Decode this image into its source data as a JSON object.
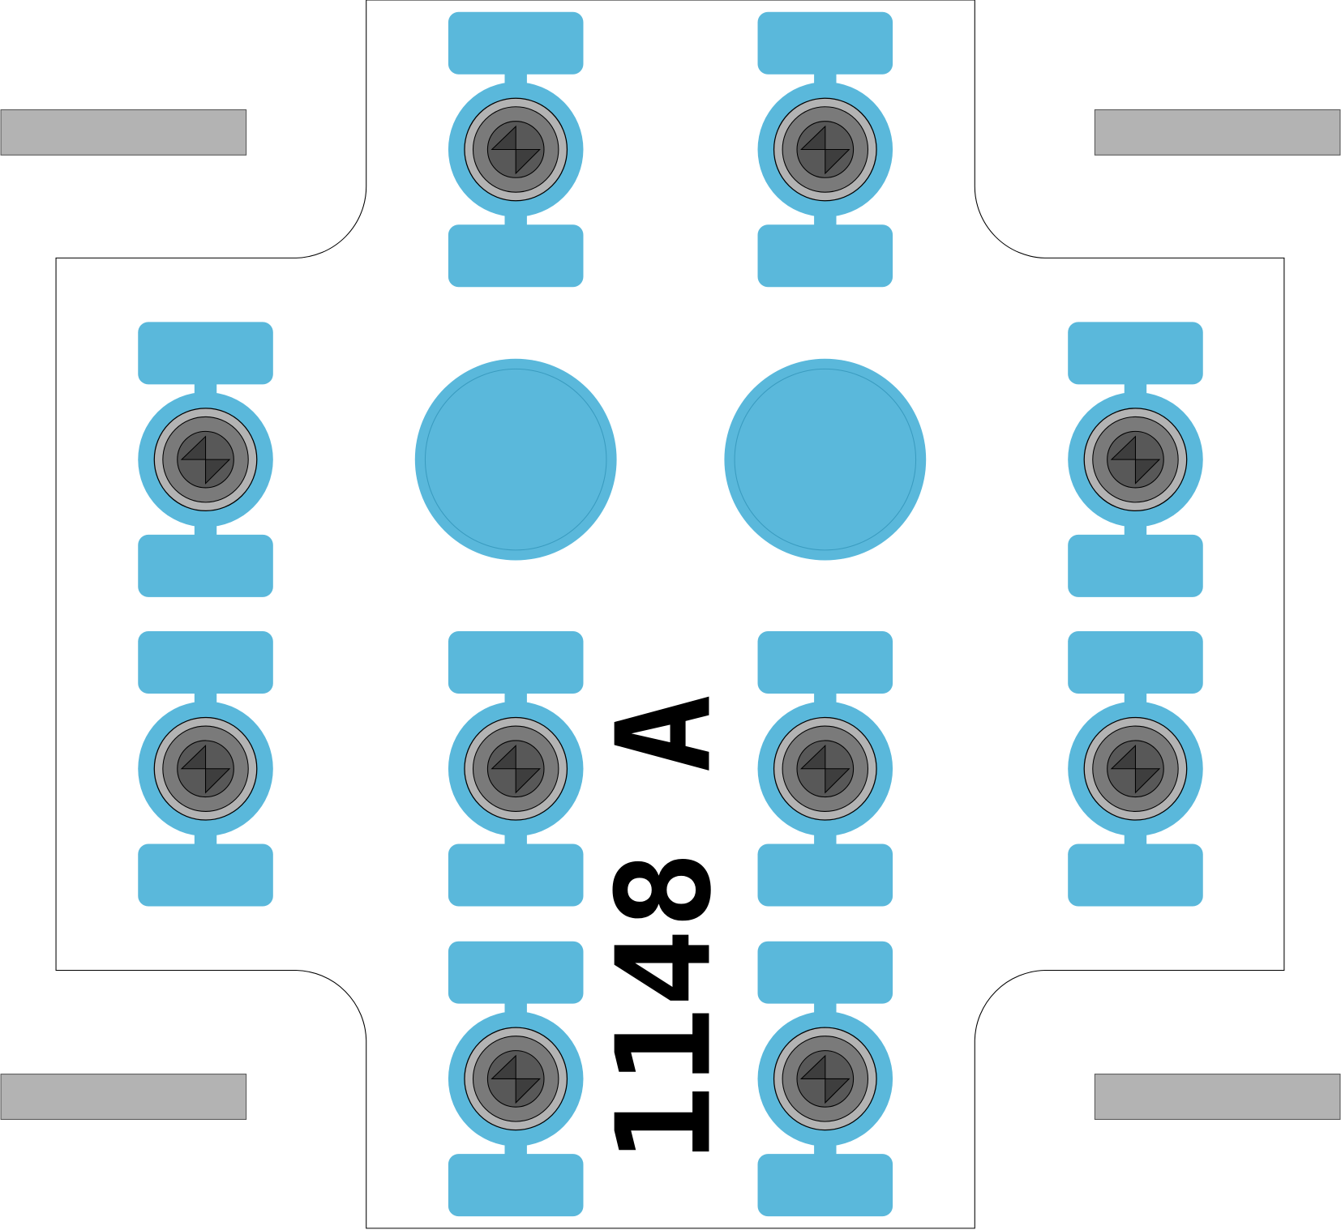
{
  "board": {
    "label": "1148 A",
    "component_count": 10,
    "mounting_holes": 2
  },
  "colors": {
    "pad": "#5ab8db",
    "pad_edge": "#3a9cc0",
    "outline": "#000000",
    "rail": "#b3b3b3",
    "rail_edge": "#555555",
    "ring_outer": "#b3b3b3",
    "ring_mid": "#7a7a7a",
    "ring_inner": "#585858",
    "triangle": "#3e3e3e"
  }
}
